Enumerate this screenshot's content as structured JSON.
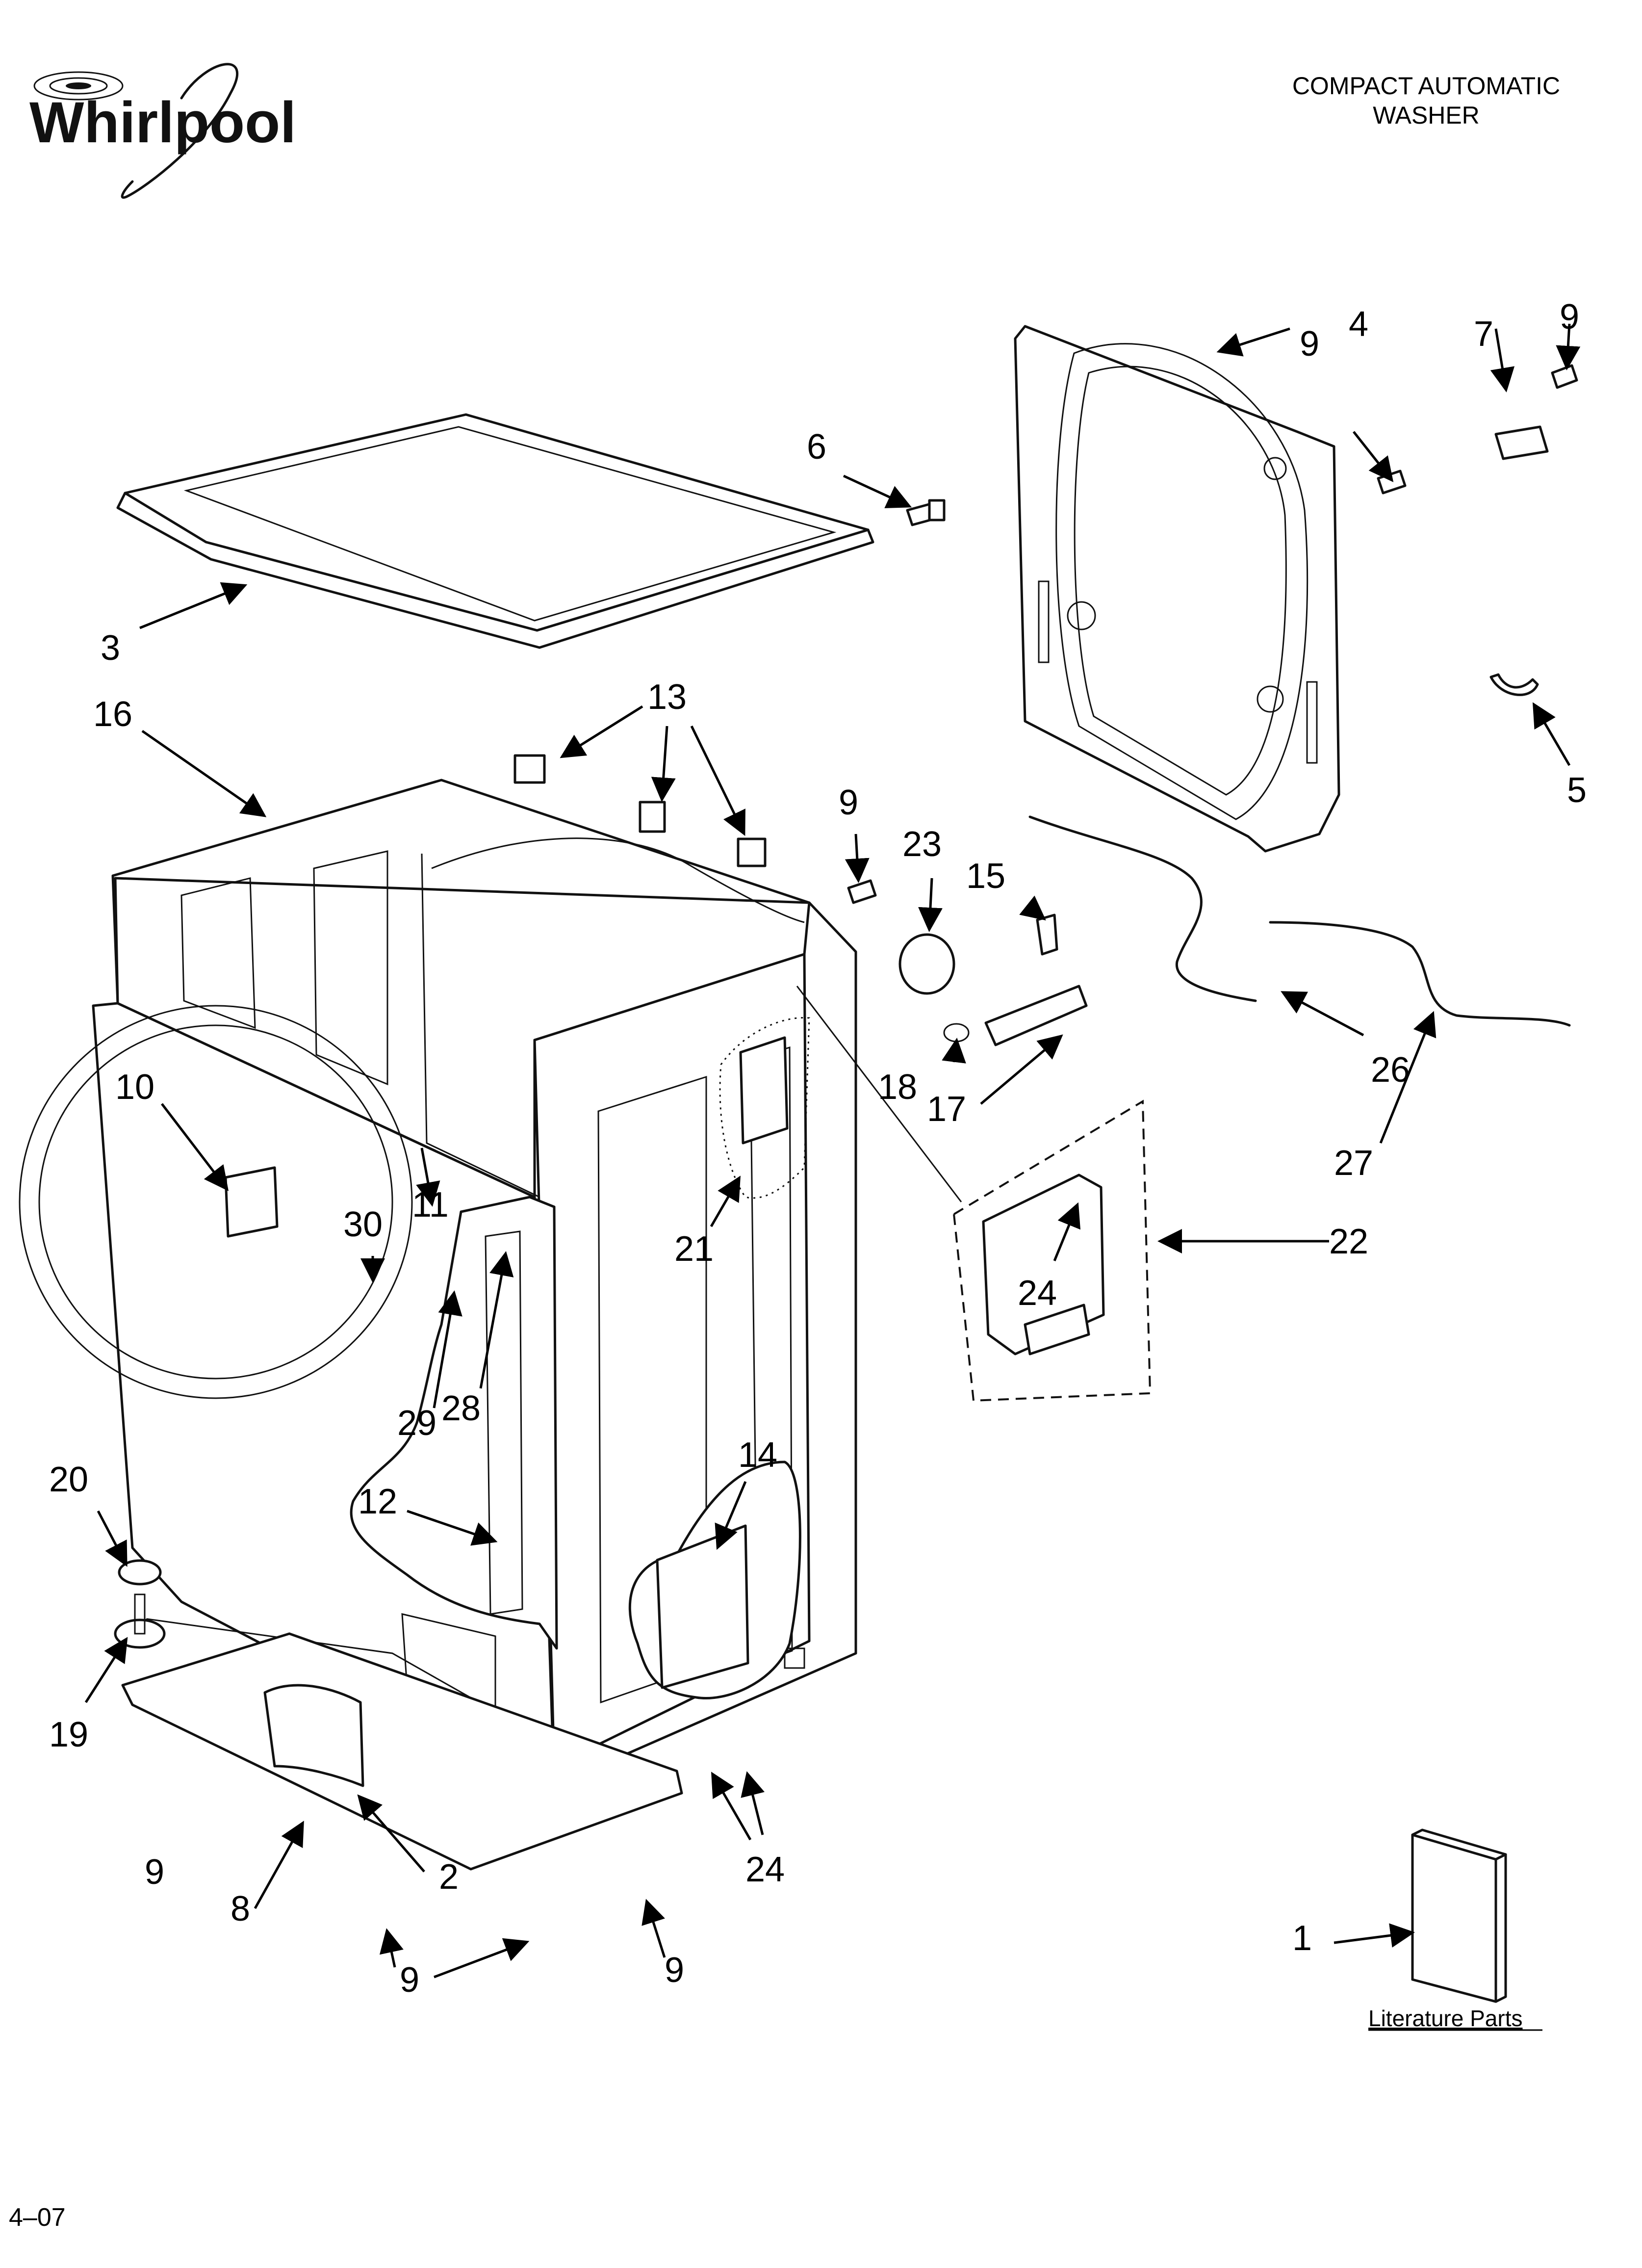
{
  "brand": "Whirlpool",
  "header": {
    "title_line1": "COMPACT AUTOMATIC",
    "title_line2": "WASHER"
  },
  "literature_caption": "Literature Parts",
  "footer_code": "4–07",
  "callouts": {
    "c1": "1",
    "c2": "2",
    "c3": "3",
    "c4": "4",
    "c5": "5",
    "c6": "6",
    "c7": "7",
    "c8": "8",
    "c9a": "9",
    "c9b": "9",
    "c9c": "9",
    "c9d": "9",
    "c9e": "9",
    "c9f": "9",
    "c10": "10",
    "c11": "11",
    "c12": "12",
    "c13": "13",
    "c14": "14",
    "c15": "15",
    "c16": "16",
    "c17": "17",
    "c18": "18",
    "c19": "19",
    "c20": "20",
    "c21": "21",
    "c22": "22",
    "c23": "23",
    "c24a": "24",
    "c24b": "24",
    "c26": "26",
    "c27": "27",
    "c28": "28",
    "c29": "29",
    "c30": "30"
  },
  "colors": {
    "ink": "#111111",
    "paper": "#ffffff"
  }
}
